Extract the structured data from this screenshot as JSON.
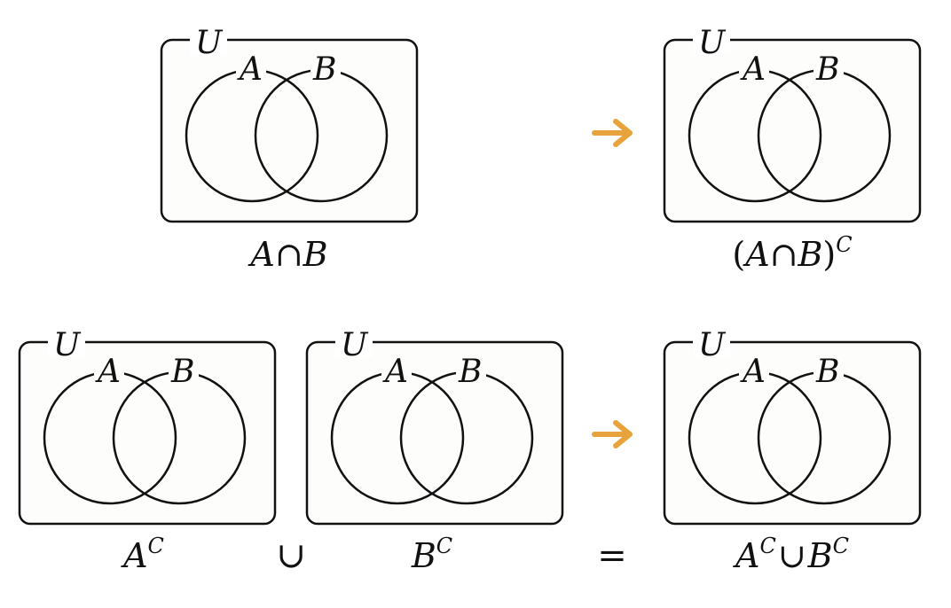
{
  "labels": {
    "universe": "U",
    "set_a": "A",
    "set_b": "B"
  },
  "captions": {
    "top_left": {
      "base": "A∩B"
    },
    "top_right": {
      "open": "(",
      "base": "A∩B",
      "close": ")",
      "sup": "C"
    },
    "bottom_left": {
      "base": "A",
      "sup": "C"
    },
    "bottom_middle": {
      "base": "B",
      "sup": "C"
    },
    "bottom_right": {
      "a": "A",
      "a_sup": "C",
      "op": "∪",
      "b": "B",
      "b_sup": "C"
    }
  },
  "operators": {
    "union": "∪",
    "equals": "="
  },
  "icons": {
    "arrow": "arrow-right-icon"
  },
  "colors": {
    "arrow": "#E8A33C",
    "stroke": "#111111",
    "box_fill": "#FDFDFB"
  }
}
